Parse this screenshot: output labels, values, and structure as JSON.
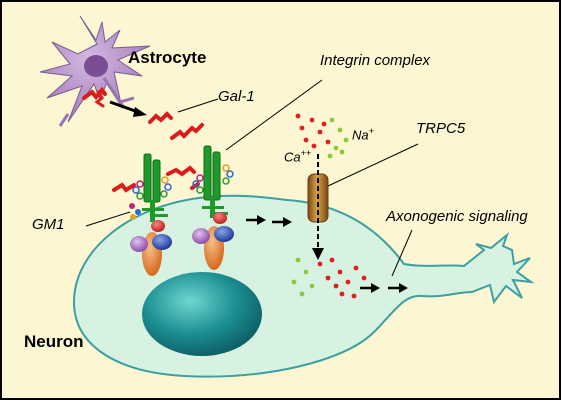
{
  "labels": {
    "astrocyte": "Astrocyte",
    "gal1": "Gal-1",
    "integrin_complex": "Integrin complex",
    "ca_ion": "Ca",
    "ca_charge": "++",
    "na_ion": "Na",
    "na_charge": "+",
    "trpc5": "TRPC5",
    "gm1": "GM1",
    "axonogenic_signaling": "Axonogenic signaling",
    "neuron": "Neuron"
  },
  "colors": {
    "background": "#fdf6d2",
    "neuron_fill": "#d7f2e0",
    "nucleus": "#1c8f93",
    "astrocyte": "#b08cc4",
    "integrin": "#1e9a2a",
    "gal1": "#d91c1c",
    "channel": "#a86b1e",
    "calcium": "#e02020",
    "sodium": "#8cc83c"
  }
}
